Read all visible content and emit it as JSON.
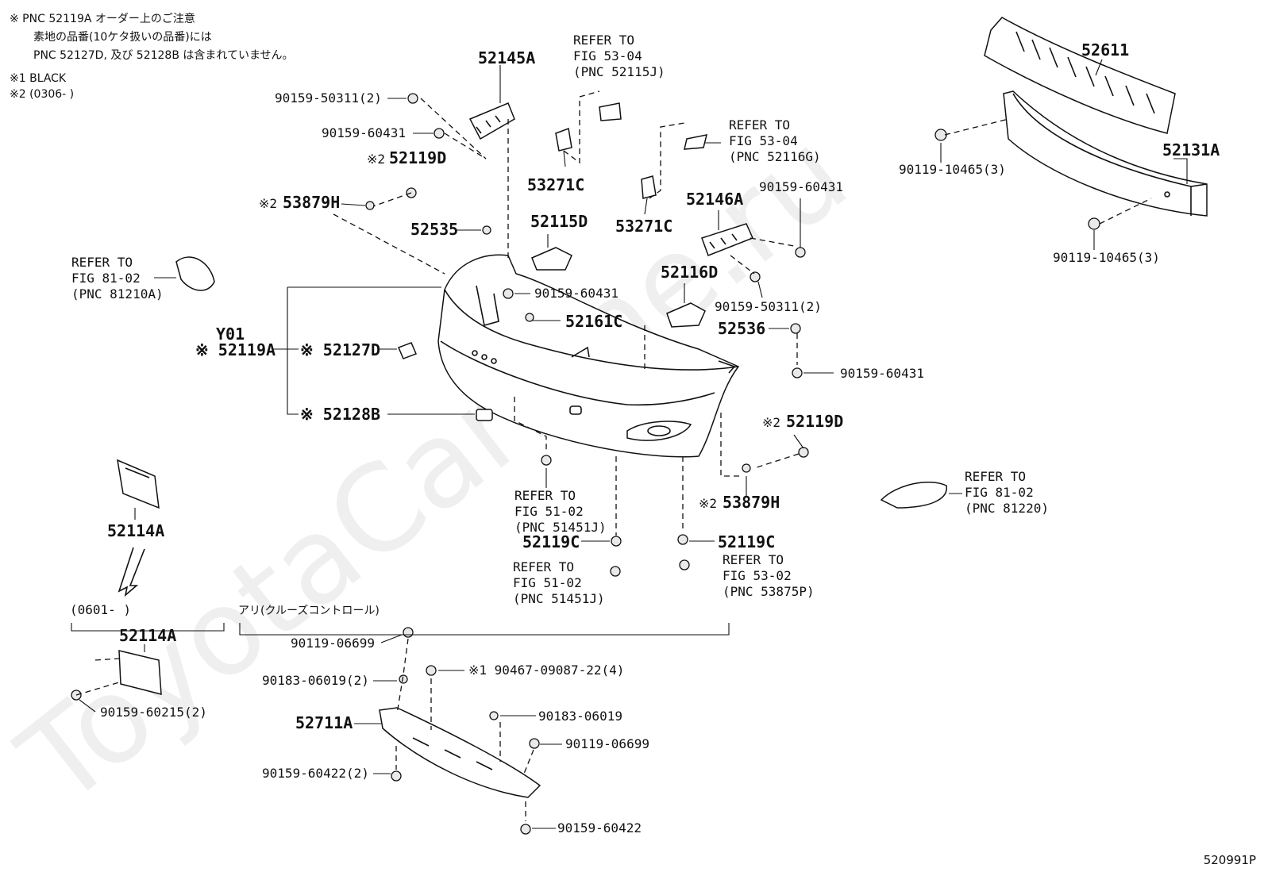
{
  "notes": {
    "line1": "※  PNC 52119A オーダー上のご注意",
    "line2": "素地の品番(10ケタ扱いの品番)には",
    "line3": "PNC 52127D, 及び 52128B は含まれていません。",
    "line4": "※1 BLACK",
    "line5": "※2 (0306-       )"
  },
  "watermark": "ToyotaCarLine.ru",
  "page_id": "520991P",
  "labels": {
    "p52145A": "52145A",
    "ref_53_04_a_1": "REFER TO",
    "ref_53_04_a_2": "FIG 53-04",
    "ref_53_04_a_3": "(PNC 52115J)",
    "p90159_50311_top": "90159-50311(2)",
    "p90159_60431_top": "90159-60431",
    "p52119D_top": "52119D",
    "mark2_52119D_top": "※2",
    "p53271C_a": "53271C",
    "ref_53_04_b_1": "REFER TO",
    "ref_53_04_b_2": "FIG 53-04",
    "ref_53_04_b_3": "(PNC 52116G)",
    "p53879H_top": "53879H",
    "mark2_53879H_top": "※2",
    "p52535": "52535",
    "p52115D": "52115D",
    "p53271C_b": "53271C",
    "p52146A": "52146A",
    "p90159_60431_r": "90159-60431",
    "ref_81_02_l_1": "REFER TO",
    "ref_81_02_l_2": "FIG 81-02",
    "ref_81_02_l_3": "(PNC 81210A)",
    "p90159_60431_mid": "90159-60431",
    "p52116D": "52116D",
    "p90159_50311_r": "90159-50311(2)",
    "p52161C": "52161C",
    "pY01": "Y01",
    "p52119A": "※ 52119A",
    "p52127D": "※ 52127D",
    "p52536": "52536",
    "p90159_60431_r2": "90159-60431",
    "p52128B": "※ 52128B",
    "p52119D_r": "52119D",
    "mark2_52119D_r": "※2",
    "ref_51_02_a_1": "REFER TO",
    "ref_51_02_a_2": "FIG 51-02",
    "ref_51_02_a_3": "(PNC 51451J)",
    "p53879H_r": "53879H",
    "mark2_53879H_r": "※2",
    "ref_81_02_r_1": "REFER TO",
    "ref_81_02_r_2": "FIG 81-02",
    "ref_81_02_r_3": "(PNC 81220)",
    "p52114A_top": "52114A",
    "p52119C_l": "52119C",
    "p52119C_r": "52119C",
    "ref_51_02_b_1": "REFER TO",
    "ref_51_02_b_2": "FIG 51-02",
    "ref_51_02_b_3": "(PNC 51451J)",
    "ref_53_02_1": "REFER TO",
    "ref_53_02_2": "FIG 53-02",
    "ref_53_02_3": "(PNC 53875P)",
    "p52611": "52611",
    "p52131A": "52131A",
    "p90119_10465_a": "90119-10465(3)",
    "p90119_10465_b": "90119-10465(3)",
    "bracket_0601": "(0601-       )",
    "bracket_cruise": "アリ(クルーズコントロール)",
    "p52114A_bot": "52114A",
    "p90159_60215": "90159-60215(2)",
    "p90119_06699_a": "90119-06699",
    "p90183_06019_2": "90183-06019(2)",
    "p90467": "※1 90467-09087-22(4)",
    "p52711A": "52711A",
    "p90183_06019": "90183-06019",
    "p90119_06699_b": "90119-06699",
    "p90159_60422_2": "90159-60422(2)",
    "p90159_60422": "90159-60422"
  }
}
